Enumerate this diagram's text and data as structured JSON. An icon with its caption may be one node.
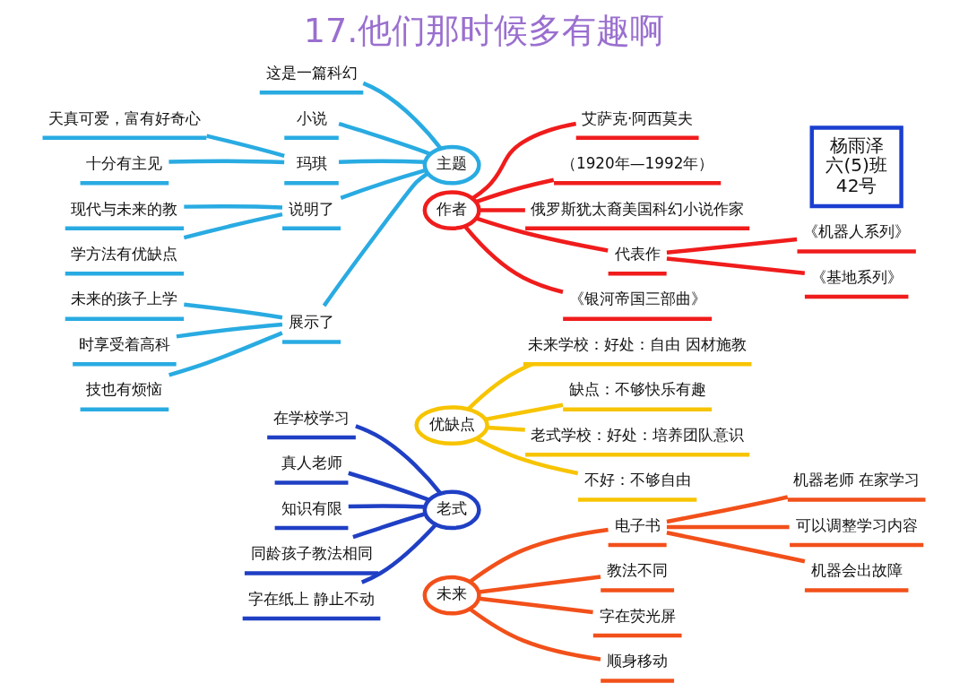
{
  "diagram": {
    "title": "17.他们那时候多有趣啊",
    "nodes": [
      {
        "text": [
          "主题"
        ]
      },
      {
        "text": [
          "这是一篇科幻"
        ]
      },
      {
        "text": [
          "小说"
        ]
      },
      {
        "text": [
          "玛琪"
        ]
      },
      {
        "text": [
          "天真可爱，富有好奇心"
        ]
      },
      {
        "text": [
          "十分有主见"
        ]
      },
      {
        "text": [
          "说明了"
        ]
      },
      {
        "text": [
          "现代与未来的教"
        ]
      },
      {
        "text": [
          "学方法有优缺点"
        ]
      },
      {
        "text": [
          "展示了"
        ]
      },
      {
        "text": [
          "未来的孩子上学"
        ]
      },
      {
        "text": [
          "时享受着高科"
        ]
      },
      {
        "text": [
          "技也有烦恼"
        ]
      },
      {
        "text": [
          "老式"
        ]
      },
      {
        "text": [
          "在学校学习"
        ]
      },
      {
        "text": [
          "真人老师"
        ]
      },
      {
        "text": [
          "知识有限"
        ]
      },
      {
        "text": [
          "同龄孩子教法相同"
        ]
      },
      {
        "text": [
          "字在纸上 静止不动"
        ]
      },
      {
        "text": [
          "作者"
        ]
      },
      {
        "text": [
          "艾萨克·阿西莫夫"
        ]
      },
      {
        "text": [
          "（1920年—1992年）"
        ]
      },
      {
        "text": [
          "俄罗斯犹太裔美国科幻小说作家"
        ]
      },
      {
        "text": [
          "代表作"
        ]
      },
      {
        "text": [
          "《机器人系列》"
        ]
      },
      {
        "text": [
          "《基地系列》"
        ]
      },
      {
        "text": [
          "《银河帝国三部曲》"
        ]
      },
      {
        "text": [
          "优缺点"
        ]
      },
      {
        "text": [
          "未来学校：好处：自由 因材施教"
        ]
      },
      {
        "text": [
          "缺点：不够快乐有趣"
        ]
      },
      {
        "text": [
          "老式学校：好处：培养团队意识"
        ]
      },
      {
        "text": [
          "不好：不够自由"
        ]
      },
      {
        "text": [
          "未来"
        ]
      },
      {
        "text": [
          "电子书"
        ]
      },
      {
        "text": [
          "机器老师 在家学习"
        ]
      },
      {
        "text": [
          "可以调整学习内容"
        ]
      },
      {
        "text": [
          "机器会出故障"
        ]
      },
      {
        "text": [
          "教法不同"
        ]
      },
      {
        "text": [
          "字在荧光屏"
        ]
      },
      {
        "text": [
          "顺身移动"
        ]
      },
      {
        "text": [
          "杨雨泽",
          "六(5)班",
          "42号"
        ]
      }
    ],
    "edges": [
      {
        "from": 0,
        "to": 1,
        "arrow": "none"
      },
      {
        "from": 0,
        "to": 2,
        "arrow": "none"
      },
      {
        "from": 0,
        "to": 3,
        "arrow": "none"
      },
      {
        "from": 3,
        "to": 4,
        "arrow": "none"
      },
      {
        "from": 3,
        "to": 5,
        "arrow": "none"
      },
      {
        "from": 0,
        "to": 6,
        "arrow": "none"
      },
      {
        "from": 6,
        "to": 7,
        "arrow": "none"
      },
      {
        "from": 6,
        "to": 8,
        "arrow": "none"
      },
      {
        "from": 0,
        "to": 9,
        "arrow": "none"
      },
      {
        "from": 9,
        "to": 10,
        "arrow": "none"
      },
      {
        "from": 9,
        "to": 11,
        "arrow": "none"
      },
      {
        "from": 9,
        "to": 12,
        "arrow": "none"
      },
      {
        "from": 13,
        "to": 14,
        "arrow": "none",
        "color": "#1f3fc4"
      },
      {
        "from": 13,
        "to": 15,
        "arrow": "none",
        "color": "#1f3fc4"
      },
      {
        "from": 13,
        "to": 16,
        "arrow": "none",
        "color": "#1f3fc4"
      },
      {
        "from": 13,
        "to": 17,
        "arrow": "none",
        "color": "#1f3fc4"
      },
      {
        "from": 13,
        "to": 18,
        "arrow": "none",
        "color": "#1f3fc4"
      },
      {
        "from": 19,
        "to": 20,
        "arrow": "none",
        "color": "#f01c1c"
      },
      {
        "from": 19,
        "to": 21,
        "arrow": "none",
        "color": "#f01c1c"
      },
      {
        "from": 19,
        "to": 22,
        "arrow": "none",
        "color": "#f01c1c"
      },
      {
        "from": 19,
        "to": 23,
        "arrow": "none",
        "color": "#f01c1c"
      },
      {
        "from": 23,
        "to": 24,
        "arrow": "none",
        "color": "#f01c1c"
      },
      {
        "from": 23,
        "to": 25,
        "arrow": "none",
        "color": "#f01c1c"
      },
      {
        "from": 19,
        "to": 26,
        "arrow": "none",
        "color": "#f01c1c"
      },
      {
        "from": 27,
        "to": 28,
        "arrow": "none",
        "color": "#f7c400"
      },
      {
        "from": 27,
        "to": 29,
        "arrow": "none",
        "color": "#f7c400"
      },
      {
        "from": 27,
        "to": 30,
        "arrow": "none",
        "color": "#f7c400"
      },
      {
        "from": 27,
        "to": 31,
        "arrow": "none",
        "color": "#f7c400"
      },
      {
        "from": 32,
        "to": 33,
        "arrow": "none",
        "color": "#f2501a"
      },
      {
        "from": 33,
        "to": 34,
        "arrow": "none",
        "color": "#f2501a"
      },
      {
        "from": 33,
        "to": 35,
        "arrow": "none",
        "color": "#f2501a"
      },
      {
        "from": 33,
        "to": 36,
        "arrow": "none",
        "color": "#f2501a"
      },
      {
        "from": 32,
        "to": 37,
        "arrow": "none",
        "color": "#f2501a"
      },
      {
        "from": 32,
        "to": 38,
        "arrow": "none",
        "color": "#f2501a"
      },
      {
        "from": 32,
        "to": 39,
        "arrow": "none",
        "color": "#f2501a"
      }
    ]
  }
}
